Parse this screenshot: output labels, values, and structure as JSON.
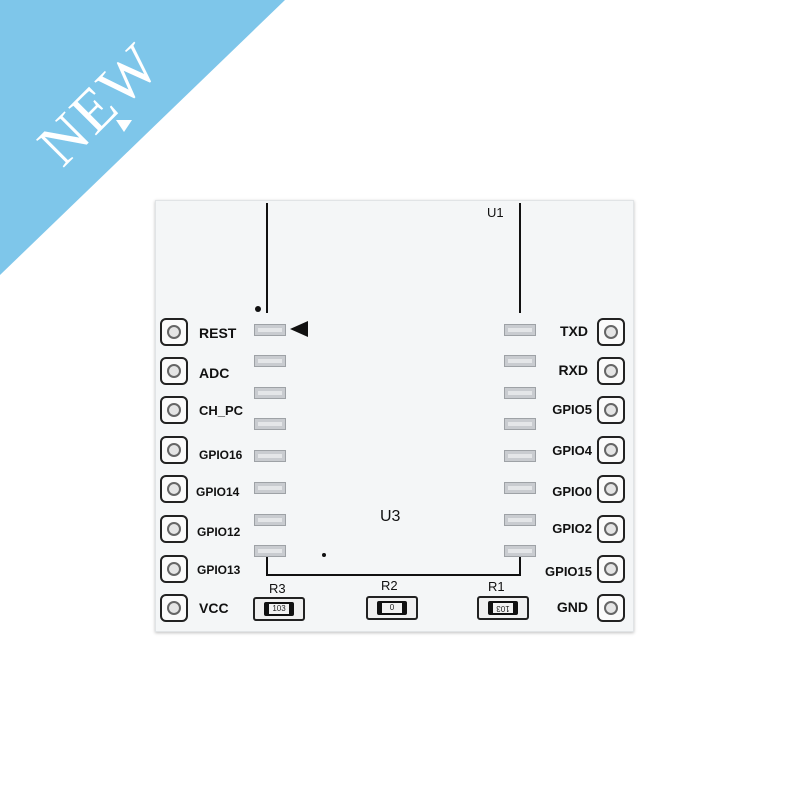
{
  "banner": {
    "text": "NEW",
    "color": "#7ec6ea"
  },
  "board": {
    "u1_label": "U1",
    "u3_label": "U3",
    "left_pins": [
      "REST",
      "ADC",
      "CH_PC",
      "GPIO16",
      "GPIO14",
      "GPIO12",
      "GPIO13",
      "VCC"
    ],
    "right_pins": [
      "TXD",
      "RXD",
      "GPIO5",
      "GPIO4",
      "GPIO0",
      "GPIO2",
      "GPIO15",
      "GND"
    ],
    "resistors": [
      {
        "label": "R3",
        "value": "103"
      },
      {
        "label": "R2",
        "value": "0"
      },
      {
        "label": "R1",
        "value": "103"
      }
    ]
  }
}
